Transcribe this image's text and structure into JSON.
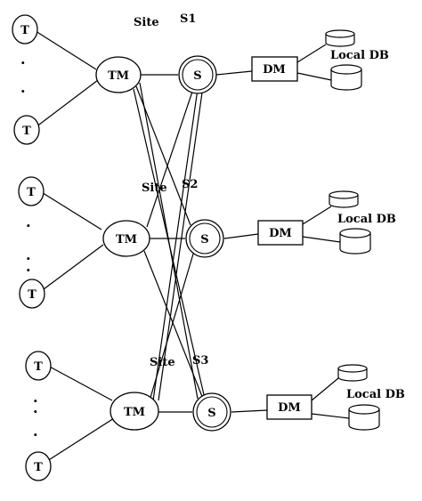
{
  "diagram": {
    "sites": [
      {
        "site_word": "Site",
        "site_id": "S1",
        "tm": "TM",
        "s": "S",
        "dm": "DM",
        "db_label": "Local DB",
        "terminals": [
          "T",
          "T"
        ],
        "dots": [
          ".",
          ".",
          "."
        ]
      },
      {
        "site_word": "Site",
        "site_id": "S2",
        "tm": "TM",
        "s": "S",
        "dm": "DM",
        "db_label": "Local DB",
        "terminals": [
          "T",
          "T"
        ],
        "dots": [
          ".",
          ".",
          "."
        ]
      },
      {
        "site_word": "Site",
        "site_id": "S3",
        "tm": "TM",
        "s": "S",
        "dm": "DM",
        "db_label": "Local DB",
        "terminals": [
          "T",
          "T"
        ],
        "dots": [
          ".",
          ".",
          "."
        ]
      }
    ]
  }
}
